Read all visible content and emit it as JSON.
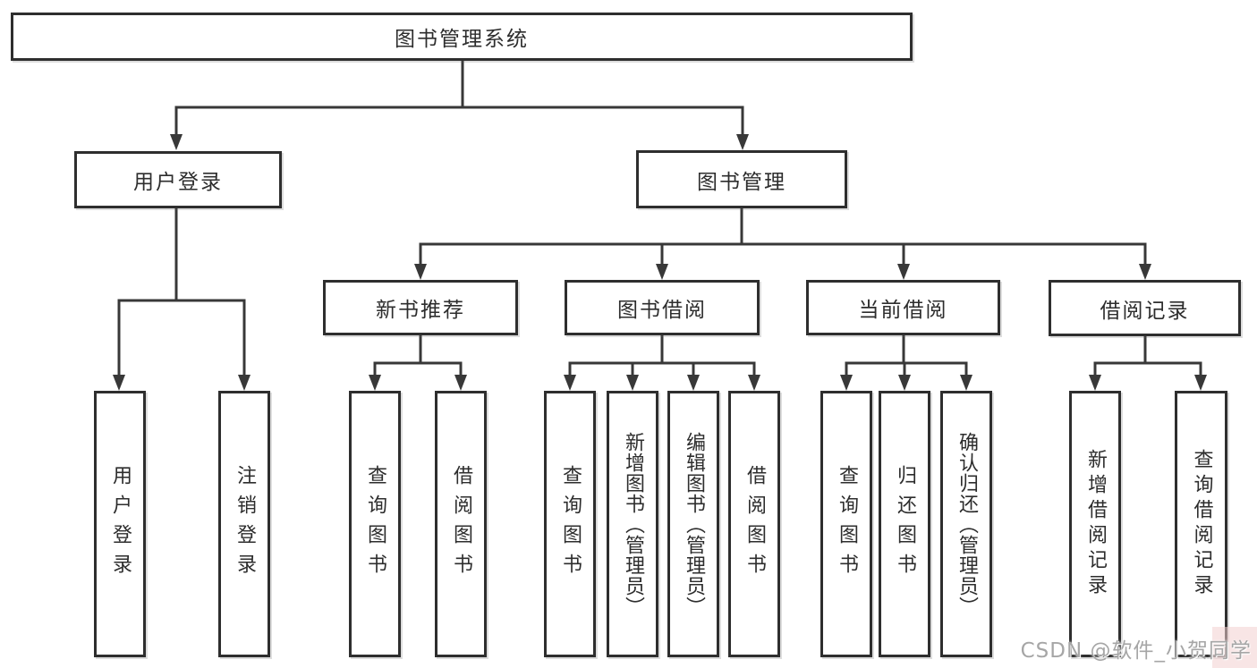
{
  "tree": {
    "label": "图书管理系统",
    "children": [
      {
        "label": "用户登录",
        "children": [
          {
            "label": "用户登录"
          },
          {
            "label": "注销登录"
          }
        ]
      },
      {
        "label": "图书管理",
        "children": [
          {
            "label": "新书推荐",
            "children": [
              {
                "label": "查询图书"
              },
              {
                "label": "借阅图书"
              }
            ]
          },
          {
            "label": "图书借阅",
            "children": [
              {
                "label": "查询图书"
              },
              {
                "label": "新增图书（管理员）"
              },
              {
                "label": "编辑图书（管理员）"
              },
              {
                "label": "借阅图书"
              }
            ]
          },
          {
            "label": "当前借阅",
            "children": [
              {
                "label": "查询图书"
              },
              {
                "label": "归还图书"
              },
              {
                "label": "确认归还（管理员）"
              }
            ]
          },
          {
            "label": "借阅记录",
            "children": [
              {
                "label": "新增借阅记录"
              },
              {
                "label": "查询借阅记录"
              }
            ]
          }
        ]
      }
    ]
  },
  "watermark": {
    "text": "CSDN @软件_小贺同学"
  },
  "colors": {
    "line": "#383838",
    "box_border": "#2e2e2e",
    "text": "#2d2d2d",
    "background": "#ffffff",
    "watermark_text": "#a6a6a6",
    "corner_tint": "#f3cfcf"
  }
}
